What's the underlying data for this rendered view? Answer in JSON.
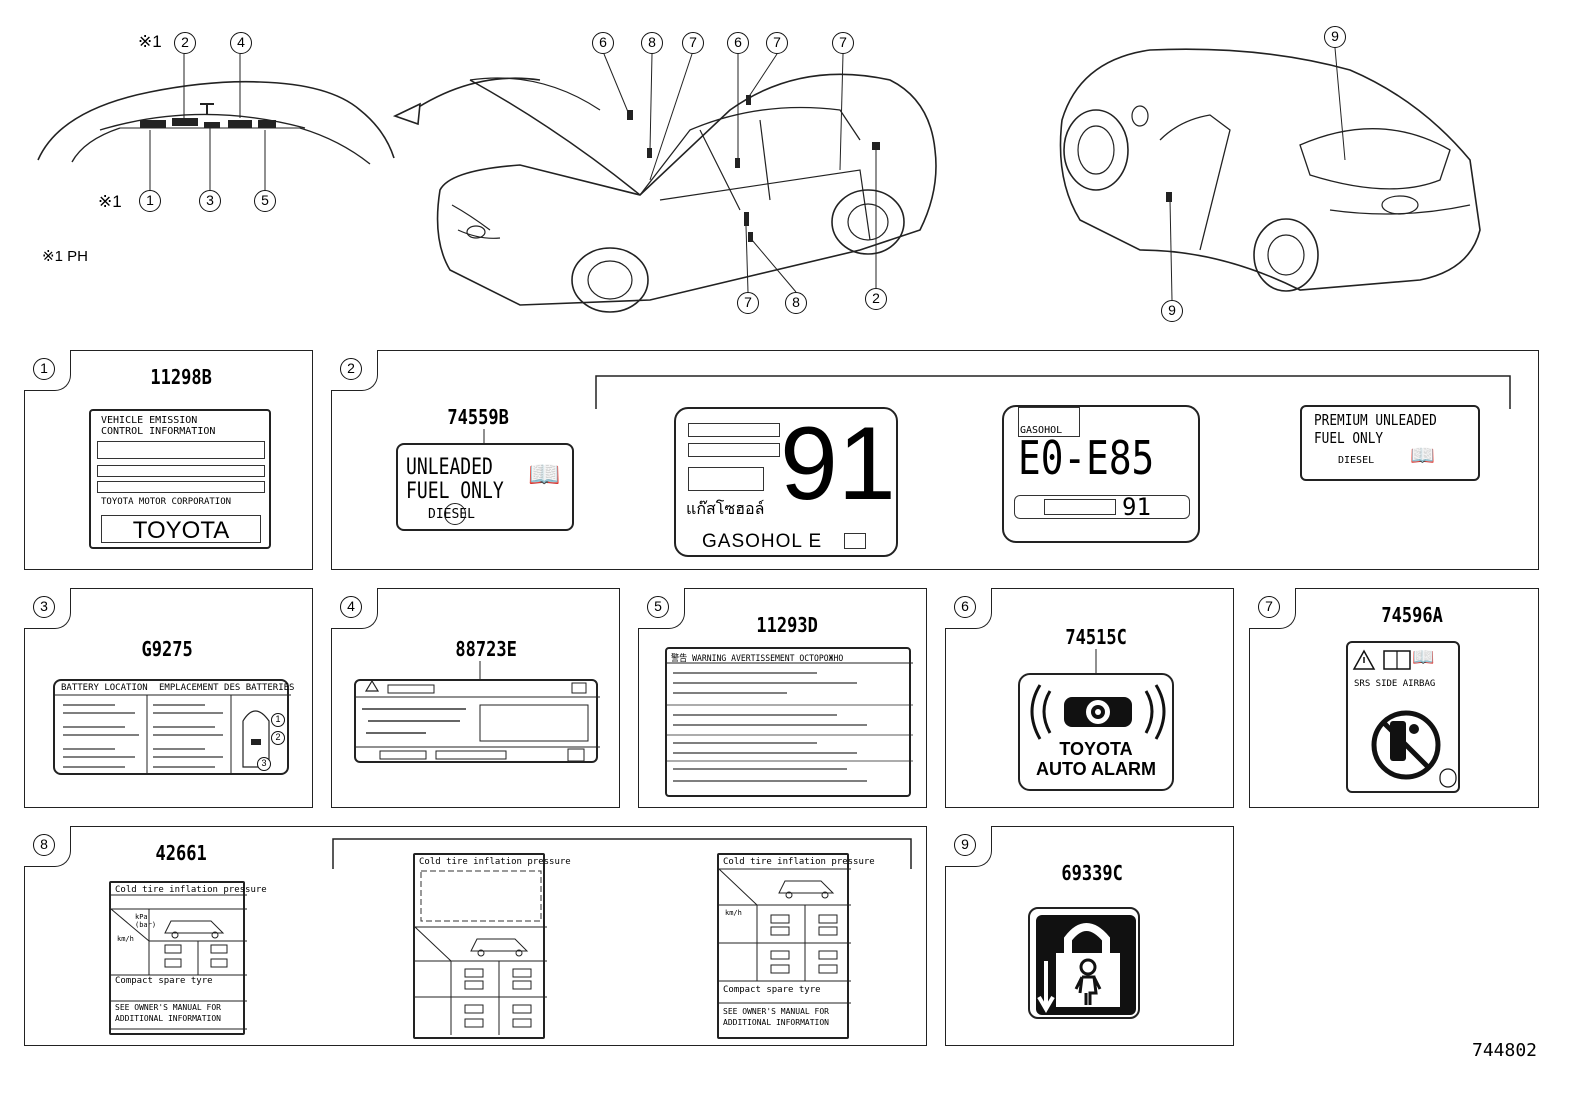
{
  "diagram_id": "744802",
  "note": {
    "mark": "※1",
    "note_text": "※1 PH"
  },
  "callouts": {
    "top_left": [
      "2",
      "4",
      "1",
      "3",
      "5"
    ],
    "car_front": [
      "6",
      "8",
      "7",
      "6",
      "7",
      "7",
      "7",
      "8",
      "2"
    ],
    "car_rear": [
      "9",
      "9"
    ]
  },
  "panels": [
    {
      "id": "1",
      "part_no": "11298B",
      "lines": [
        "VEHICLE EMISSION",
        "CONTROL INFORMATION",
        "TOYOTA MOTOR CORPORATION",
        "TOYOTA"
      ]
    },
    {
      "id": "2",
      "part_no": "74559B",
      "label_a": [
        "UNLEADED",
        "FUEL ONLY",
        "DIESEL"
      ],
      "label_b": {
        "big": "91",
        "thai": "แก๊สโซฮอล์",
        "bottom": "GASOHOL E"
      },
      "label_c": {
        "top": "GASOHOL",
        "big": "E0-E85",
        "num": "91"
      },
      "label_d": [
        "PREMIUM UNLEADED",
        "FUEL ONLY",
        "DIESEL"
      ]
    },
    {
      "id": "3",
      "part_no": "G9275",
      "lines": [
        "BATTERY LOCATION",
        "EMPLACEMENT DES BATTERIES"
      ],
      "nums": [
        "1",
        "2",
        "3"
      ]
    },
    {
      "id": "4",
      "part_no": "88723E"
    },
    {
      "id": "5",
      "part_no": "11293D",
      "lines": [
        "警告  WARNING  AVERTISSEMENT  ОСТОРОЖНО"
      ]
    },
    {
      "id": "6",
      "part_no": "74515C",
      "lines": [
        "TOYOTA",
        "AUTO ALARM"
      ]
    },
    {
      "id": "7",
      "part_no": "74596A",
      "lines": [
        "SRS  SIDE  AIRBAG"
      ]
    },
    {
      "id": "8",
      "part_no": "42661",
      "lines": [
        "Cold tire inflation pressure",
        "kPa",
        "(bar)",
        "km/h",
        "Compact spare tyre",
        "SEE OWNER'S MANUAL FOR",
        "ADDITIONAL INFORMATION"
      ]
    },
    {
      "id": "9",
      "part_no": "69339C"
    }
  ],
  "colors": {
    "line": "#222222",
    "background": "#ffffff"
  }
}
